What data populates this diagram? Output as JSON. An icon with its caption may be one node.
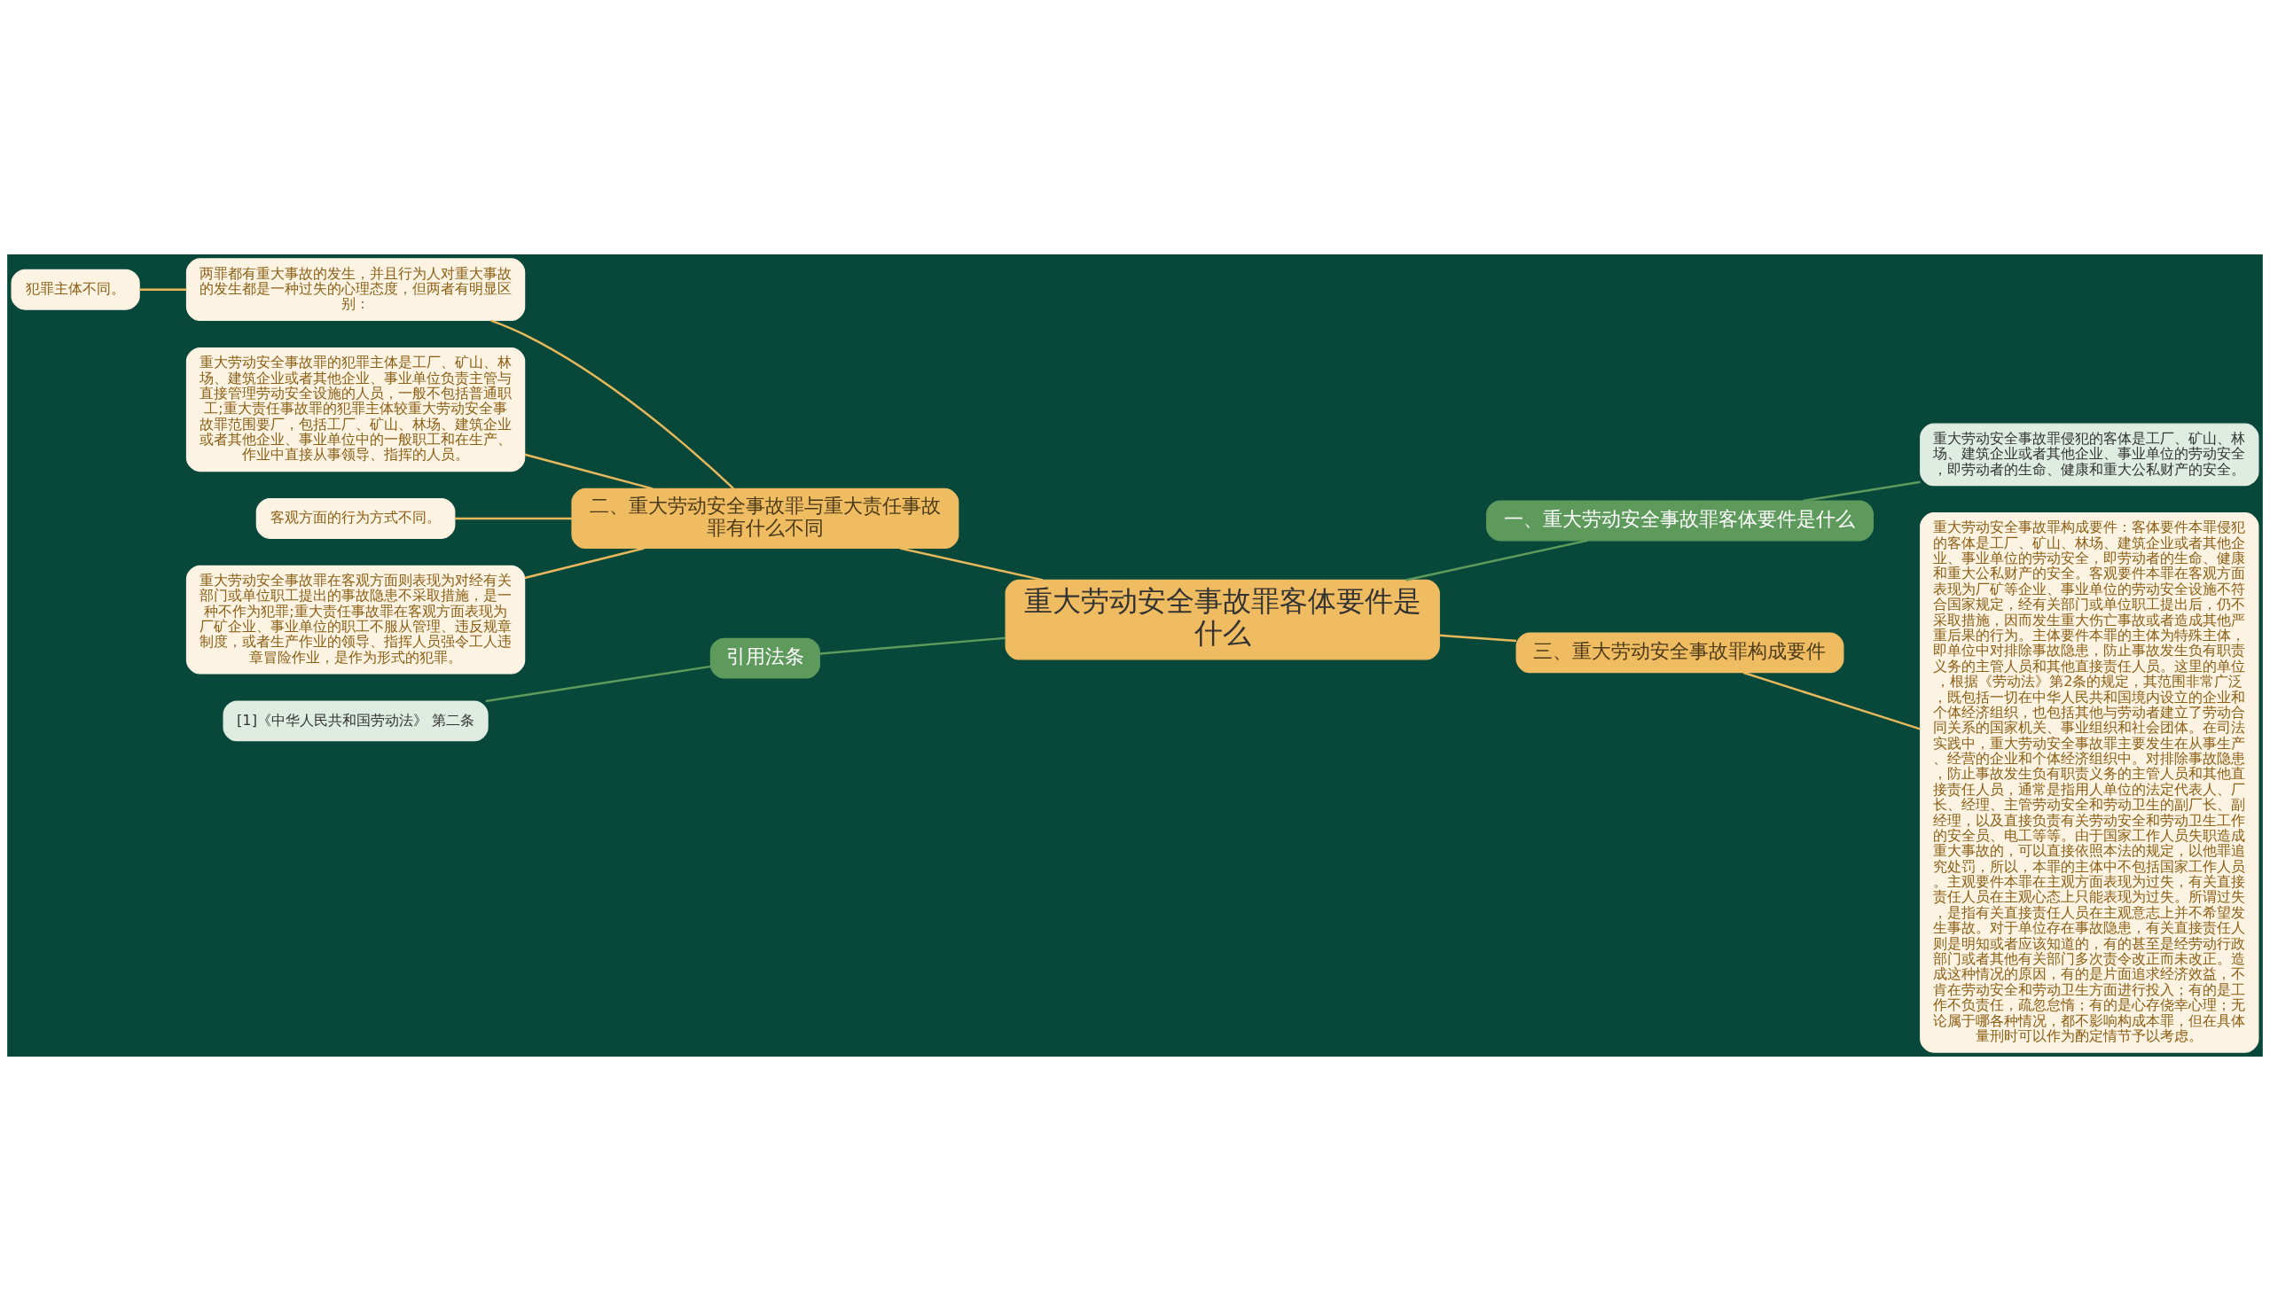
{
  "diagram": {
    "nodes": [
      {
        "text": [
          "重大劳动安全事故罪客体要件是什么"
        ]
      },
      {
        "text": [
          "二、重大劳动安全事故罪与重大责任事故罪有什么不同"
        ]
      },
      {
        "text": [
          "两罪都有重大事故的发生，并且行为人对重大事故的发生都是一种过失的心理态度，但两者有明显区别："
        ]
      },
      {
        "text": [
          "犯罪主体不同。"
        ]
      },
      {
        "text": [
          "重大劳动安全事故罪的犯罪主体是工厂、矿山、林场、建筑企业或者其他企业、事业单位负责主管与直接管理劳动安全设施的人员，一般不包括普通职工;重大责任事故罪的犯罪主体较重大劳动安全事故罪范围要厂，包括工厂、矿山、林场、建筑企业或者其他企业、事业单位中的一般职工和在生产、作业中直接从事领导、指挥的人员。"
        ]
      },
      {
        "text": [
          "客观方面的行为方式不同。"
        ]
      },
      {
        "text": [
          "重大劳动安全事故罪在客观方面则表现为对经有关部门或单位职工提出的事故隐患不采取措施，是一种不作为犯罪;重大责任事故罪在客观方面表现为厂矿企业、事业单位的职工不服从管理、违反规章制度，或者生产作业的领导、指挥人员强令工人违章冒险作业，是作为形式的犯罪。"
        ]
      },
      {
        "text": [
          "引用法条"
        ]
      },
      {
        "text": [
          "[1]《中华人民共和国劳动法》 第二条"
        ]
      },
      {
        "text": [
          "一、重大劳动安全事故罪客体要件是什么"
        ]
      },
      {
        "text": [
          "重大劳动安全事故罪侵犯的客体是工厂、矿山、林场、建筑企业或者其他企业、事业单位的劳动安全，即劳动者的生命、健康和重大公私财产的安全。"
        ]
      },
      {
        "text": [
          "三、重大劳动安全事故罪构成要件"
        ]
      },
      {
        "text": [
          "重大劳动安全事故罪构成要件：客体要件本罪侵犯的客体是工厂、矿山、林场、建筑企业或者其他企业、事业单位的劳动安全，即劳动者的生命、健康和重大公私财产的安全。客观要件本罪在客观方面表现为厂矿等企业、事业单位的劳动安全设施不符合国家规定，经有关部门或单位职工提出后，仍不采取措施，因而发生重大伤亡事故或者造成其他严重后果的行为。主体要件本罪的主体为特殊主体，即单位中对排除事故隐患，防止事故发生负有职责义务的主管人员和其他直接责任人员。这里的单位，根据《劳动法》第2条的规定，其范围非常广泛，既包括一切在中华人民共和国境内设立的企业和个体经济组织，也包括其他与劳动者建立了劳动合同关系的国家机关、事业组织和社会团体。在司法实践中，重大劳动安全事故罪主要发生在从事生产、经营的企业和个体经济组织中。对排除事故隐患，防止事故发生负有职责义务的主管人员和其他直接责任人员，通常是指用人单位的法定代表人、厂长、经理、主管劳动安全和劳动卫生的副厂长、副经理，以及直接负责有关劳动安全和劳动卫生工作的安全员、电工等等。由于国家工作人员失职造成重大事故的，可以直接依照本法的规定，以他罪追究处罚，所以，本罪的主体中不包括国家工作人员。主观要件本罪在主观方面表现为过失，有关直接责任人员在主观心态上只能表现为过失。所谓过失，是指有关直接责任人员在主观意志上并不希望发生事故。对于单位存在事故隐患，有关直接责任人则是明知或者应该知道的，有的甚至是经劳动行政部门或者其他有关部门多次责令改正而未改正。造成这种情况的原因，有的是片面追求经济效益，不肯在劳动安全和劳动卫生方面进行投入；有的是工作不负责任，疏忽怠惰；有的是心存侥幸心理；无论属于哪各种情况，都不影响构成本罪，但在具体量刑时可以作为酌定情节予以考虑。"
        ]
      }
    ],
    "edges": [
      {
        "from": 0,
        "to": 1,
        "arrow": "none"
      },
      {
        "from": 1,
        "to": 2,
        "arrow": "none"
      },
      {
        "from": 2,
        "to": 3,
        "arrow": "none"
      },
      {
        "from": 1,
        "to": 4,
        "arrow": "none"
      },
      {
        "from": 1,
        "to": 5,
        "arrow": "none"
      },
      {
        "from": 1,
        "to": 6,
        "arrow": "none"
      },
      {
        "from": 0,
        "to": 7,
        "arrow": "none",
        "color": "#5e9a5c"
      },
      {
        "from": 7,
        "to": 8,
        "arrow": "none",
        "color": "#5e9a5c"
      },
      {
        "from": 0,
        "to": 9,
        "arrow": "none",
        "color": "#5e9a5c"
      },
      {
        "from": 9,
        "to": 10,
        "arrow": "none",
        "color": "#5e9a5c"
      },
      {
        "from": 0,
        "to": 11,
        "arrow": "none"
      },
      {
        "from": 11,
        "to": 12,
        "arrow": "none"
      }
    ]
  }
}
